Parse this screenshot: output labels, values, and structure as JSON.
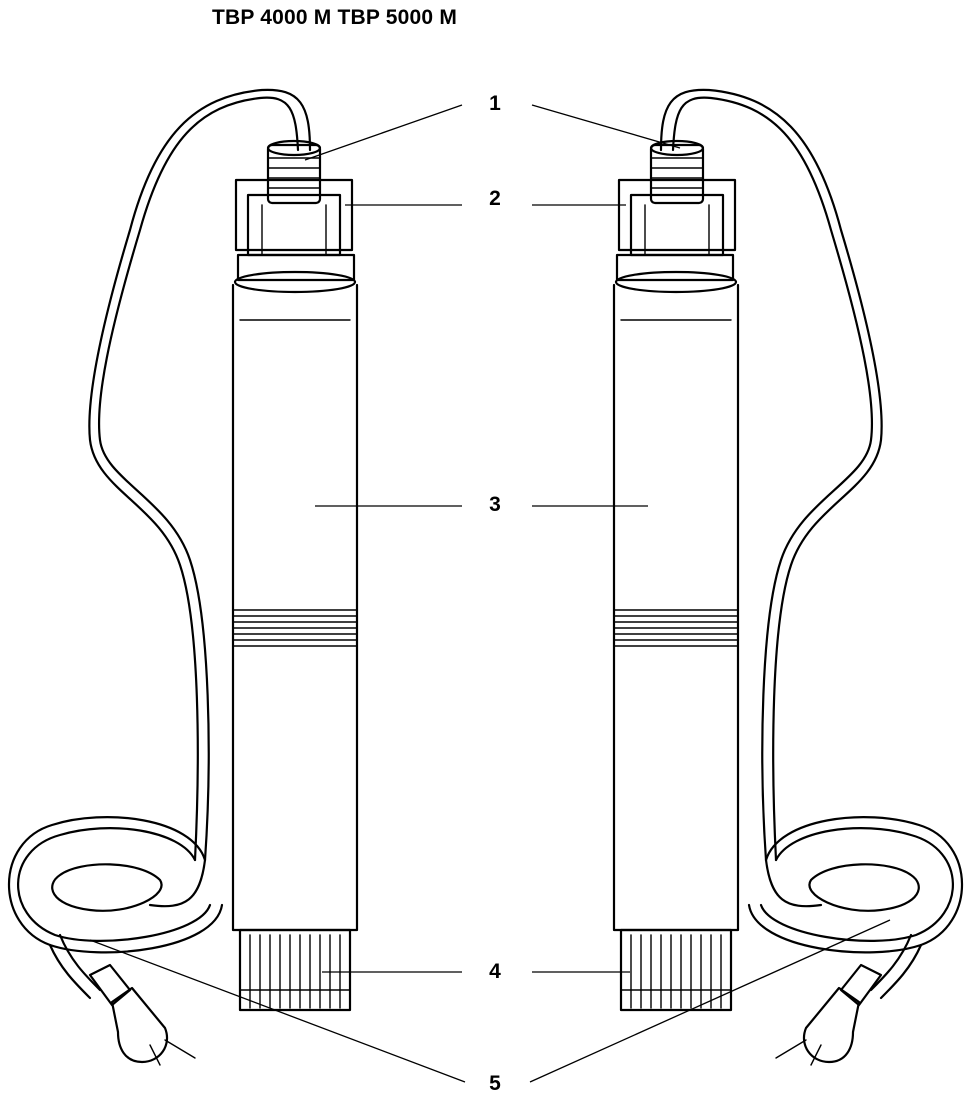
{
  "title": "TBP 4000 M TBP 5000 M",
  "callouts": [
    {
      "id": "1",
      "label": "1"
    },
    {
      "id": "2",
      "label": "2"
    },
    {
      "id": "3",
      "label": "3"
    },
    {
      "id": "4",
      "label": "4"
    },
    {
      "id": "5",
      "label": "5"
    }
  ],
  "pumps": [
    {
      "model": "TBP 4000 M",
      "side": "left"
    },
    {
      "model": "TBP 5000 M",
      "side": "right"
    }
  ]
}
